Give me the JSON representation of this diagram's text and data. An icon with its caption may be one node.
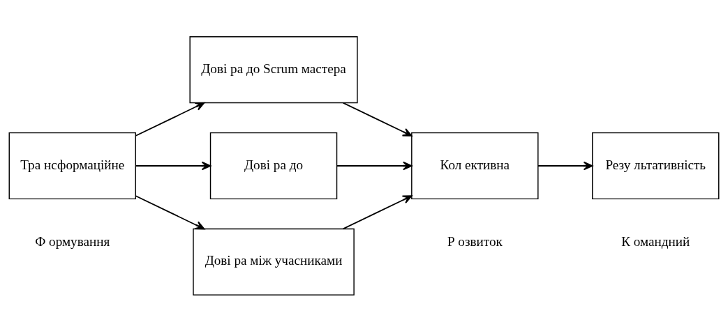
{
  "diagram": {
    "nodes": [
      {
        "text": [
          "Тра нсформаційне"
        ]
      },
      {
        "text": [
          "Дові ра до Scrum мастера"
        ]
      },
      {
        "text": [
          "Дові ра до"
        ]
      },
      {
        "text": [
          "Дові ра між учасниками"
        ]
      },
      {
        "text": [
          "Кол ективна"
        ]
      },
      {
        "text": [
          "Резу льтативність"
        ]
      }
    ],
    "edges": [
      {
        "from": 0,
        "to": 1,
        "arrow": "to"
      },
      {
        "from": 0,
        "to": 2,
        "arrow": "to"
      },
      {
        "from": 0,
        "to": 3,
        "arrow": "to"
      },
      {
        "from": 1,
        "to": 4,
        "arrow": "to"
      },
      {
        "from": 2,
        "to": 4,
        "arrow": "to"
      },
      {
        "from": 3,
        "to": 4,
        "arrow": "to"
      },
      {
        "from": 4,
        "to": 5,
        "arrow": "to"
      }
    ],
    "labels": [
      "Ф ормування",
      "Р озвиток",
      "К омандний"
    ]
  }
}
